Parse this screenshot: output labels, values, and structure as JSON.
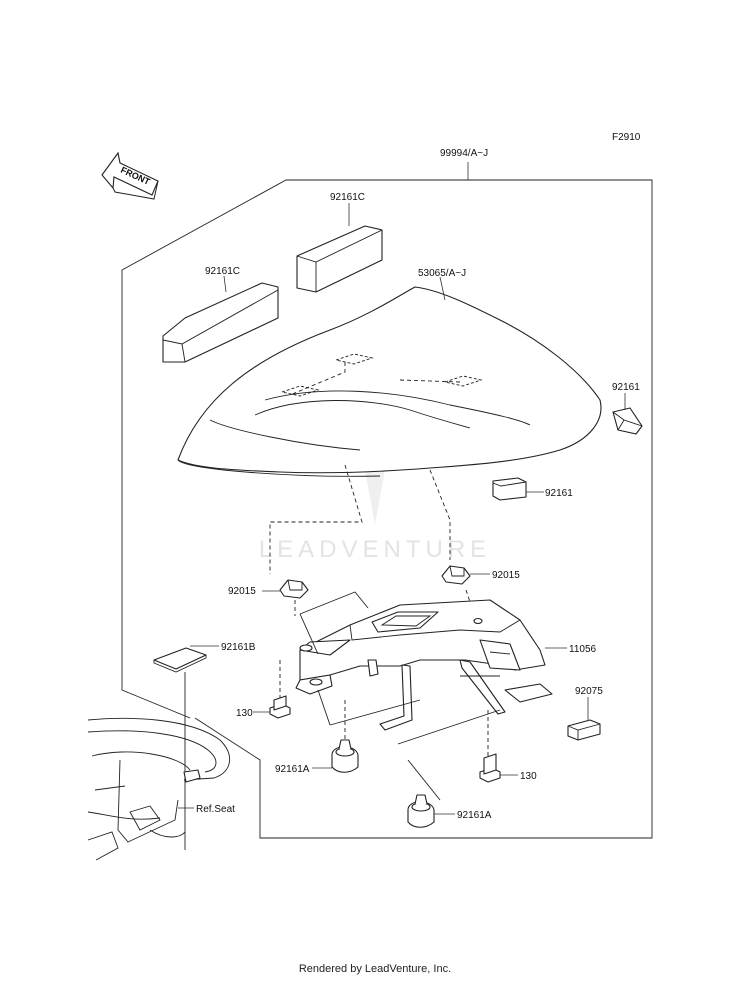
{
  "figure_code": "F2910",
  "front_label": "FRONT",
  "watermark": "LEADVENTURE",
  "footer": "Rendered by LeadVenture, Inc.",
  "callouts": {
    "kit": "99994/A~J",
    "cover": "53065/A~J",
    "pad_top_right": "92161C",
    "pad_top_left": "92161C",
    "pad_side": "92161",
    "pad_mid": "92161",
    "clip_left": "92015",
    "clip_right": "92015",
    "pad_b": "92161B",
    "bracket": "11056",
    "bolt_left": "130",
    "bolt_right": "130",
    "damper_left": "92161A",
    "damper_bottom": "92161A",
    "cushion": "92075",
    "ref_seat": "Ref.Seat"
  }
}
